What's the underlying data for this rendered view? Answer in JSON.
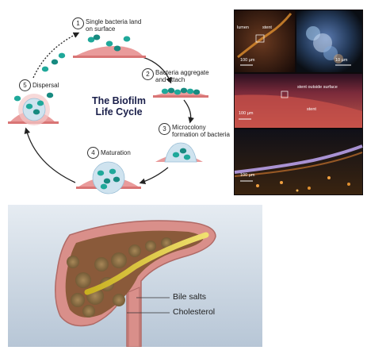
{
  "biofilm": {
    "title_line1": "The Biofilm",
    "title_line2": "Life Cycle",
    "steps": [
      {
        "num": "1",
        "line1": "Single bacteria land",
        "line2": "on surface"
      },
      {
        "num": "2",
        "line1": "Bacteria aggregate",
        "line2": "and attach"
      },
      {
        "num": "3",
        "line1": "Microcolony",
        "line2": "formation of bacteria"
      },
      {
        "num": "4",
        "line1": "Maturation",
        "line2": ""
      },
      {
        "num": "5",
        "line1": "Dispersal",
        "line2": ""
      }
    ],
    "colors": {
      "bacteria": "#1fa89a",
      "surface": "#e58a8a",
      "biofilm": "#cfe3ef",
      "arrow": "#222222"
    }
  },
  "micrographs": {
    "panel_a": {
      "label_left": "lumen",
      "label_right": "stent",
      "scale": "100 µm"
    },
    "panel_b": {
      "scale": "10 µm"
    },
    "panel_c": {
      "label": "stent outside surface",
      "label2": "stent",
      "scale": "100 µm"
    },
    "panel_d": {
      "scale": "100 µm"
    }
  },
  "gallbladder": {
    "labels": {
      "bile_salts": "Bile salts",
      "cholesterol": "Cholesterol"
    }
  }
}
